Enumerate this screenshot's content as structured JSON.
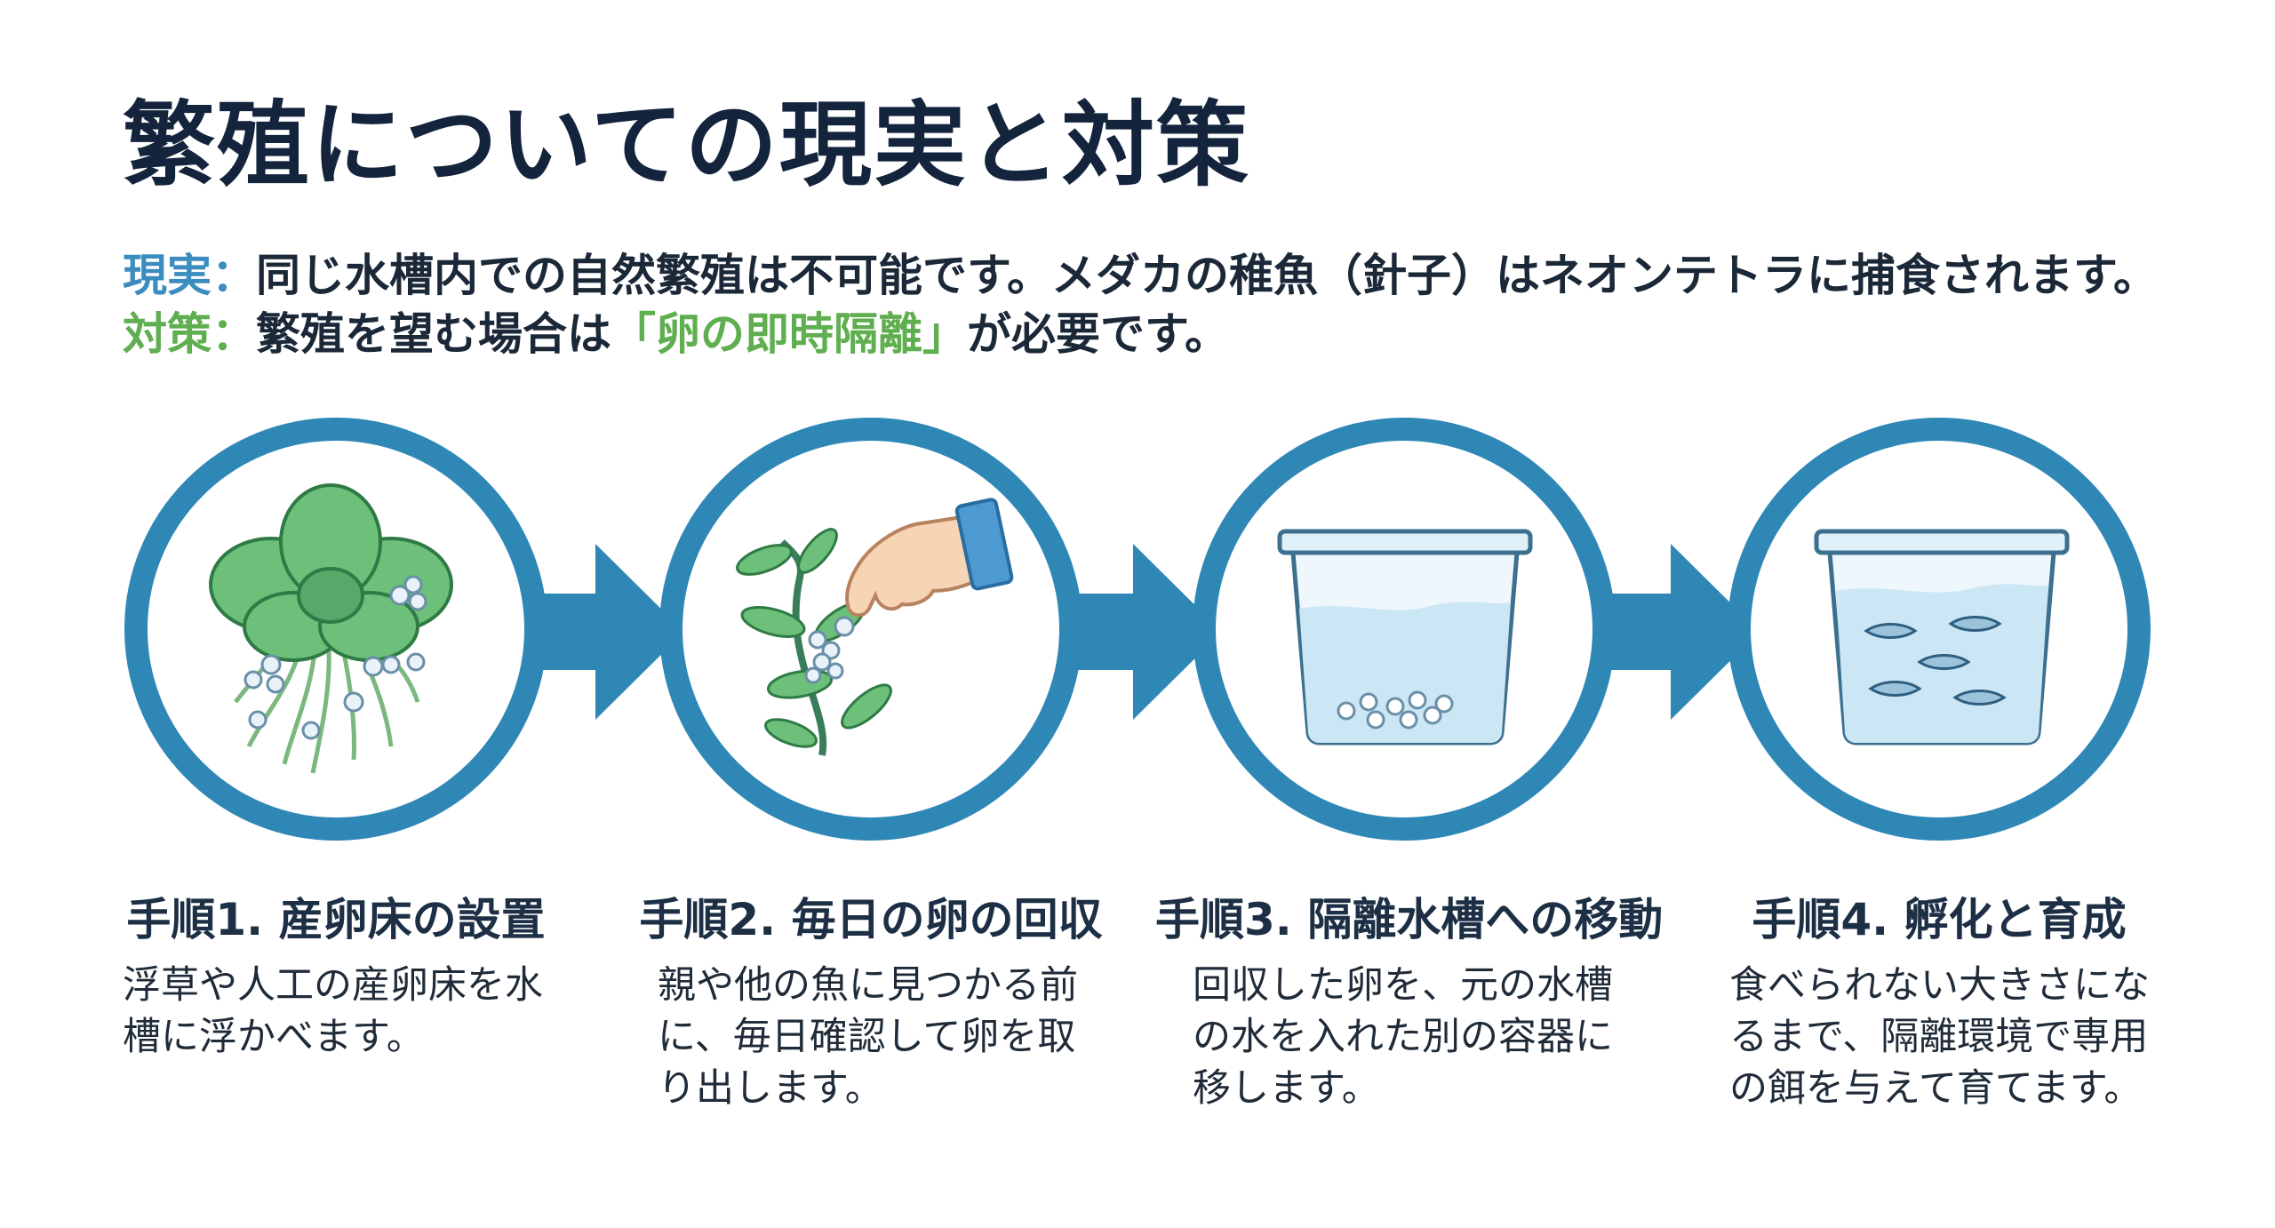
{
  "title": "繁殖についての現実と対策",
  "reality": {
    "label": "現実：",
    "text": "同じ水槽内での自然繁殖は不可能です。メダカの稚魚（針子）はネオンテトラに捕食されます。"
  },
  "countermeasure": {
    "label": "対策：",
    "text_before": "繁殖を望む場合は",
    "highlight": "「卵の即時隔離」",
    "text_after": "が必要です。"
  },
  "steps": [
    {
      "title": "手順1. 産卵床の設置",
      "desc_lines": [
        "浮草や人工の産卵床を水",
        "槽に浮かべます。"
      ],
      "icon": "floating-plant-with-eggs-icon"
    },
    {
      "title": "手順2. 毎日の卵の回収",
      "desc_lines": [
        "親や他の魚に見つかる前",
        "に、毎日確認して卵を取",
        "り出します。"
      ],
      "icon": "hand-picking-eggs-icon"
    },
    {
      "title": "手順3. 隔離水槽への移動",
      "desc_lines": [
        "回収した卵を、元の水槽",
        "の水を入れた別の容器に",
        "移します。"
      ],
      "icon": "container-with-eggs-icon"
    },
    {
      "title": "手順4. 孵化と育成",
      "desc_lines": [
        "食べられない大きさにな",
        "るまで、隔離環境で専用",
        "の餌を与えて育てます。"
      ],
      "icon": "container-with-fry-icon"
    }
  ],
  "colors": {
    "ring": "#2f87b6",
    "arrow": "#2f87b6",
    "reality_label": "#3b8cbf",
    "countermeasure_label": "#5fae4f",
    "leaf_green": "#6cc07a",
    "water": "#cbe6f4"
  }
}
